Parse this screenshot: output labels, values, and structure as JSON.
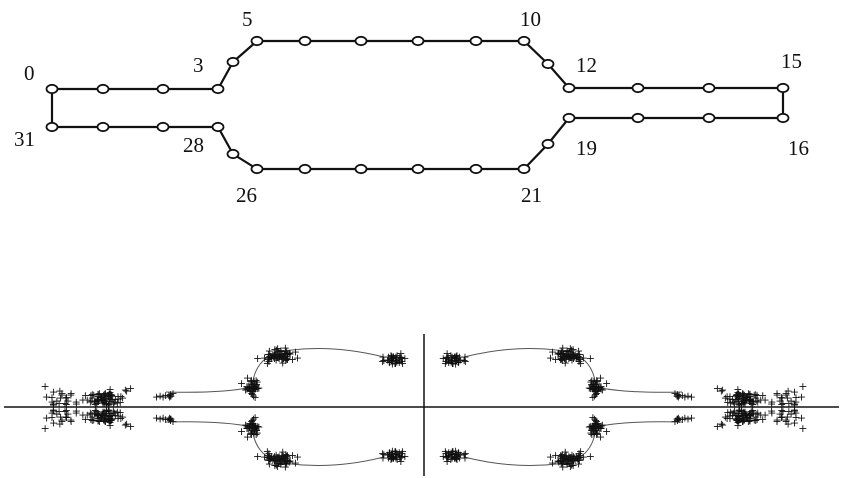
{
  "top_diagram": {
    "node_labels": [
      {
        "id": "label-0",
        "text": "0"
      },
      {
        "id": "label-3",
        "text": "3"
      },
      {
        "id": "label-5",
        "text": "5"
      },
      {
        "id": "label-10",
        "text": "10"
      },
      {
        "id": "label-12",
        "text": "12"
      },
      {
        "id": "label-15",
        "text": "15"
      },
      {
        "id": "label-16",
        "text": "16"
      },
      {
        "id": "label-19",
        "text": "19"
      },
      {
        "id": "label-21",
        "text": "21"
      },
      {
        "id": "label-26",
        "text": "26"
      },
      {
        "id": "label-28",
        "text": "28"
      },
      {
        "id": "label-31",
        "text": "31"
      }
    ],
    "node_count": 32
  },
  "bottom_plot": {
    "marker": "+",
    "axes": "horizontal and vertical axis lines through origin",
    "colors": {
      "ink": "#111111",
      "curve": "#555555"
    }
  }
}
